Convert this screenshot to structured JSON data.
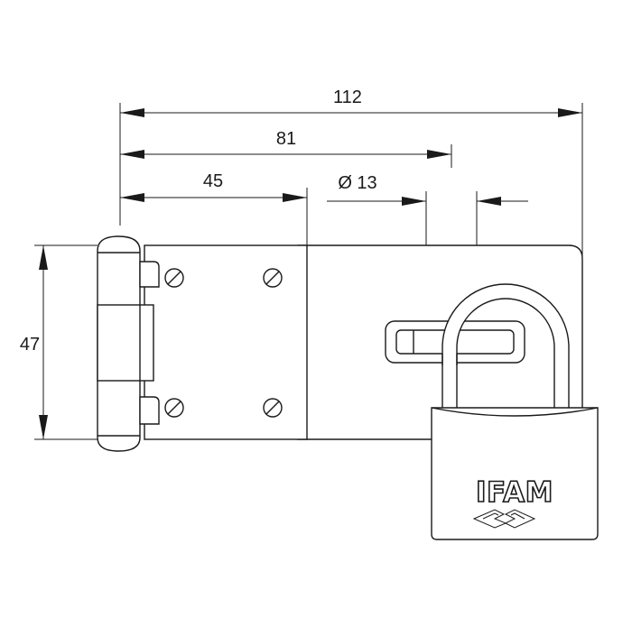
{
  "diagram": {
    "dimensions": {
      "overall_length": "112",
      "mid_length": "81",
      "plate_length": "45",
      "shackle_diameter": "Ø 13",
      "height": "47"
    },
    "padlock_brand": "IFAM"
  }
}
